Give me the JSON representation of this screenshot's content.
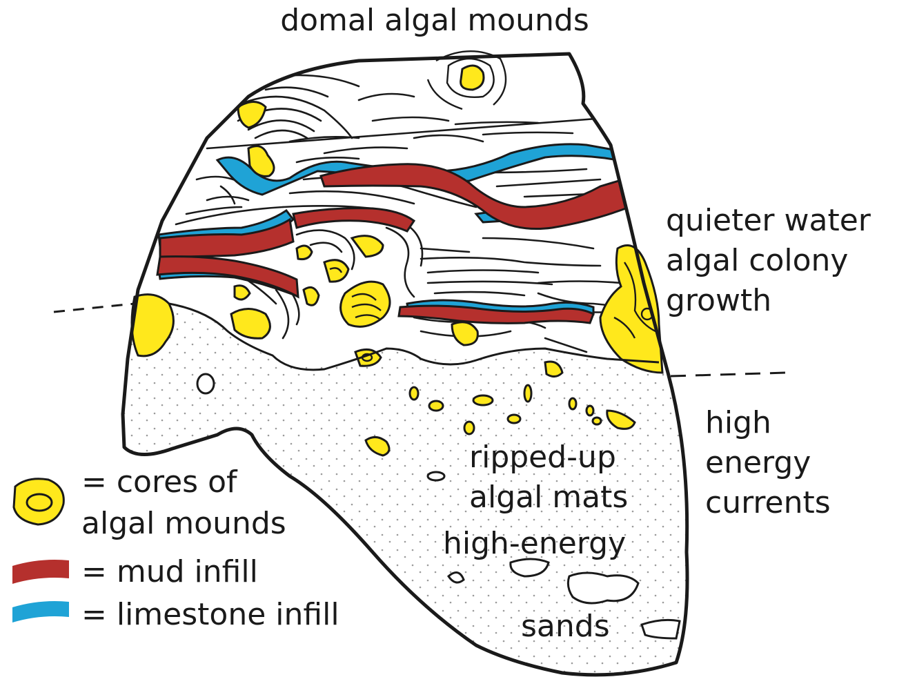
{
  "labels": {
    "top": "domal algal mounds",
    "quiet_1": "quieter water",
    "quiet_2": "algal colony",
    "quiet_3": "growth",
    "high_1": "high",
    "high_2": "energy",
    "high_3": "currents",
    "ripped_1": "ripped-up",
    "ripped_2": "algal mats",
    "high_energy": "high-energy",
    "sands": "sands"
  },
  "legend": {
    "cores_1": "= cores of",
    "cores_2": "algal mounds",
    "mud": "= mud infill",
    "limestone": "= limestone infill"
  },
  "colors": {
    "core_fill": "#ffe81c",
    "mud": "#b5302d",
    "limestone": "#1fa3d6",
    "outline": "#1a1a1a"
  }
}
